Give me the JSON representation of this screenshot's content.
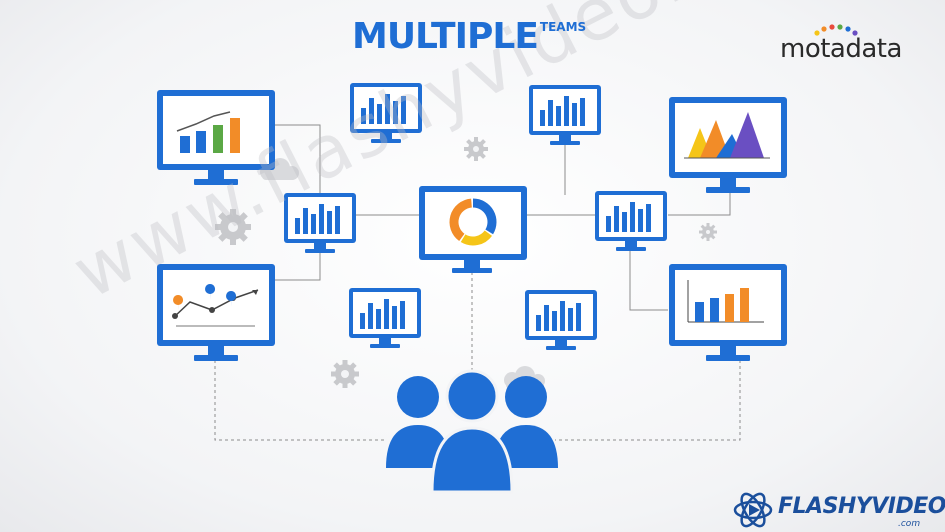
{
  "title": {
    "main": "MULTIPLE",
    "sup": "TEAMS"
  },
  "brand": {
    "name": "motadata"
  },
  "watermark": {
    "text": "www.flashyvideo.com"
  },
  "footer": {
    "logo_text": "FLASHYVIDEO",
    "logo_suffix": ".com"
  },
  "donut_values": [
    35,
    25,
    40
  ],
  "colors": {
    "primary": "#1f6ed4",
    "orange": "#f28c28",
    "green": "#5ba845",
    "yellow": "#f5c518",
    "purple": "#6a4fc2",
    "gear": "#c8c9cc",
    "line": "#8c8c8c"
  }
}
